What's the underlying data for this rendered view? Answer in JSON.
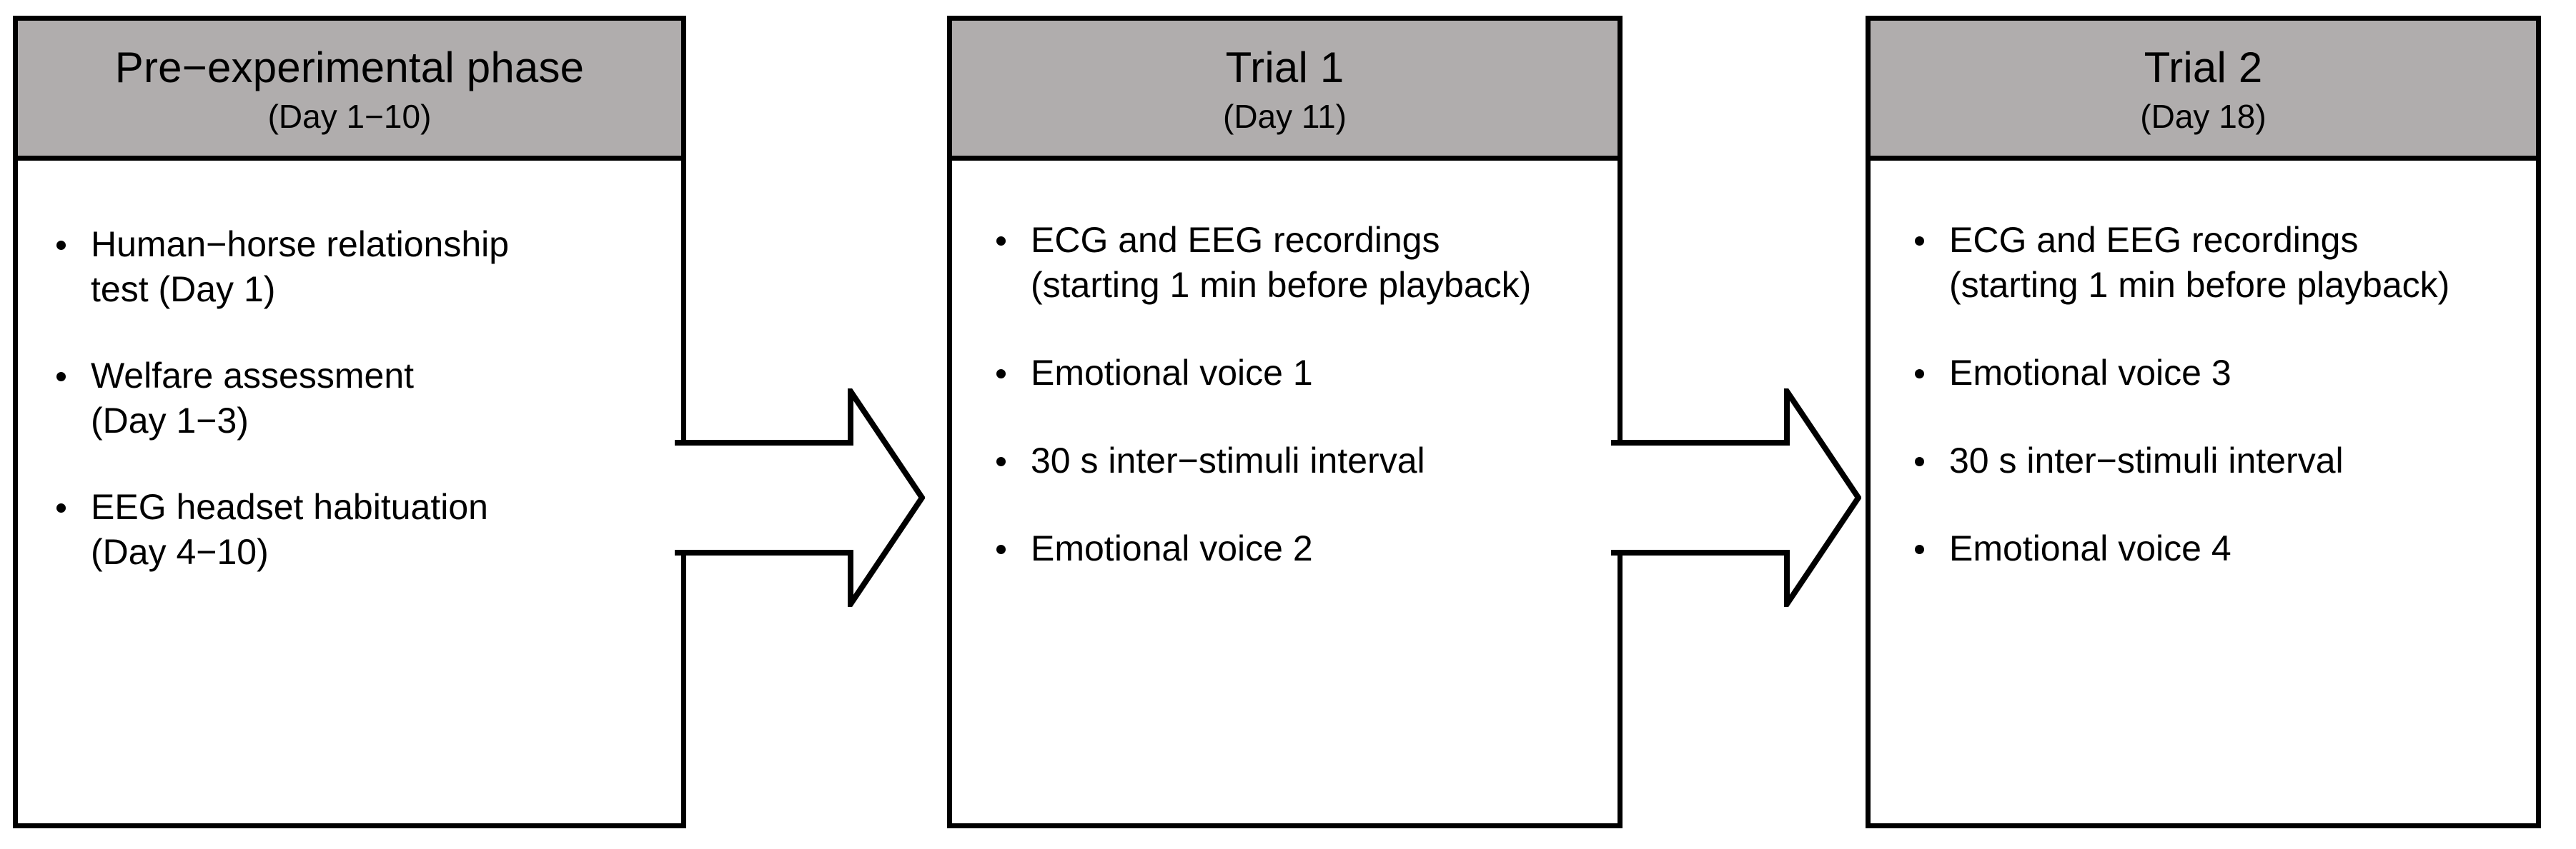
{
  "diagram": {
    "name": "experimental-timeline",
    "colors": {
      "header_fill": "#b0adad",
      "outline": "#000000",
      "body_fill": "#ffffff"
    },
    "boxes": [
      {
        "id": "pre-experimental-phase",
        "title": "Pre−experimental phase",
        "subtitle": "(Day 1−10)",
        "bullets": [
          {
            "line1": "Human−horse relationship",
            "line2": "test (Day 1)"
          },
          {
            "line1": "Welfare assessment",
            "line2": "(Day 1−3)"
          },
          {
            "line1": "EEG headset habituation",
            "line2": "(Day 4−10)"
          }
        ]
      },
      {
        "id": "trial-1",
        "title": "Trial 1",
        "subtitle": "(Day 11)",
        "bullets": [
          {
            "line1": "ECG and EEG recordings",
            "line2": "(starting 1 min before playback)"
          },
          {
            "line1": "Emotional voice 1",
            "line2": ""
          },
          {
            "line1": "30 s inter−stimuli interval",
            "line2": ""
          },
          {
            "line1": "Emotional voice 2",
            "line2": ""
          }
        ]
      },
      {
        "id": "trial-2",
        "title": "Trial 2",
        "subtitle": "(Day 18)",
        "bullets": [
          {
            "line1": "ECG and EEG recordings",
            "line2": "(starting 1 min before playback)"
          },
          {
            "line1": "Emotional voice 3",
            "line2": ""
          },
          {
            "line1": "30 s inter−stimuli interval",
            "line2": ""
          },
          {
            "line1": "Emotional voice 4",
            "line2": ""
          }
        ]
      }
    ],
    "arrows": [
      {
        "id": "arrow-pre-to-trial1",
        "direction": "right"
      },
      {
        "id": "arrow-trial1-to-trial2",
        "direction": "right"
      }
    ]
  }
}
